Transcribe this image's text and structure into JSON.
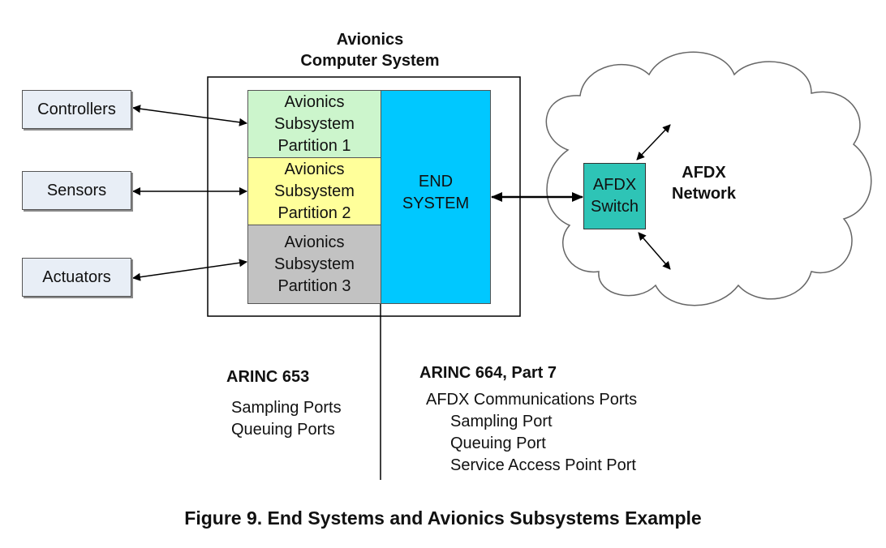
{
  "system": {
    "title_line1": "Avionics",
    "title_line2": "Computer System"
  },
  "devices": [
    {
      "label": "Controllers"
    },
    {
      "label": "Sensors"
    },
    {
      "label": "Actuators"
    }
  ],
  "partitions": [
    {
      "line1": "Avionics",
      "line2": "Subsystem",
      "line3": "Partition 1",
      "color": "#ccf5cc"
    },
    {
      "line1": "Avionics",
      "line2": "Subsystem",
      "line3": "Partition 2",
      "color": "#ffff9a"
    },
    {
      "line1": "Avionics",
      "line2": "Subsystem",
      "line3": "Partition 3",
      "color": "#c2c2c2"
    }
  ],
  "end_system": {
    "line1": "END",
    "line2": "SYSTEM",
    "color": "#00c8ff"
  },
  "afdx_switch": {
    "line1": "AFDX",
    "line2": "Switch",
    "color": "#2ec4b6"
  },
  "network": {
    "line1": "AFDX",
    "line2": "Network"
  },
  "arinc653": {
    "title": "ARINC 653",
    "ports": [
      "Sampling Ports",
      "Queuing Ports"
    ]
  },
  "arinc664": {
    "title": "ARINC 664, Part 7",
    "group": "AFDX Communications Ports",
    "ports": [
      "Sampling Port",
      "Queuing Port",
      "Service Access Point Port"
    ]
  },
  "caption": "Figure 9. End Systems and Avionics Subsystems Example"
}
